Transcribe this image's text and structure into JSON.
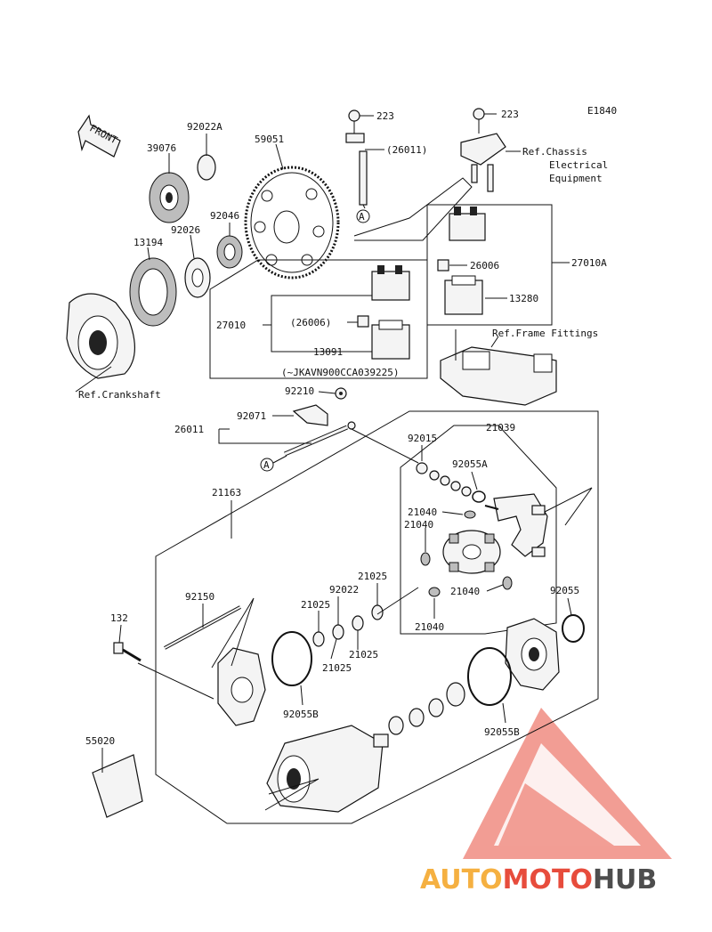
{
  "diagram_code": "E1840",
  "front_label": "FRONT",
  "callout_a": "A",
  "reference_notes": {
    "chassis_line1": "Ref.Chassis",
    "chassis_line2": "Electrical",
    "chassis_line3": "Equipment",
    "frame": "Ref.Frame Fittings",
    "crankshaft": "Ref.Crankshaft",
    "serial_range": "(~JKAVN900CCA039225)"
  },
  "parts": {
    "p223a": "223",
    "p223b": "223",
    "p26011_paren": "(26011)",
    "p92022a": "92022A",
    "p39076": "39076",
    "p59051": "59051",
    "p92046": "92046",
    "p92026": "92026",
    "p13194": "13194",
    "p27010a": "27010A",
    "p26006": "26006",
    "p13280": "13280",
    "p27010": "27010",
    "p26006_paren": "(26006)",
    "p13091": "13091",
    "p92210": "92210",
    "p92071": "92071",
    "p26011": "26011",
    "p92015": "92015",
    "p21039": "21039",
    "p92055a": "92055A",
    "p21163": "21163",
    "p21040_1": "21040",
    "p21040_2": "21040",
    "p21040_3": "21040",
    "p21040_4": "21040",
    "p21025_1": "21025",
    "p21025_2": "21025",
    "p21025_3": "21025",
    "p21025_4": "21025",
    "p92022": "92022",
    "p92150": "92150",
    "p92055": "92055",
    "p132": "132",
    "p92055b_1": "92055B",
    "p92055b_2": "92055B",
    "p55020": "55020"
  },
  "watermark": {
    "part1": "AUTO",
    "part2": "MOTO",
    "part3": "HUB",
    "color_orange": "#f5b041",
    "color_red": "#e74c3c",
    "color_grey": "#4d4d4d"
  }
}
